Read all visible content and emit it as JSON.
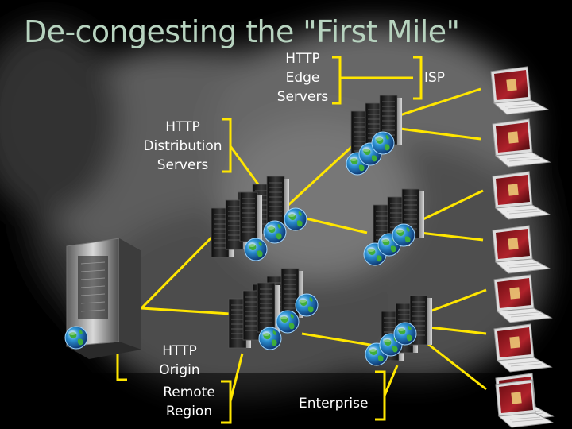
{
  "slide": {
    "title": "De-congesting the \"First Mile\""
  },
  "labels": {
    "edge": [
      "HTTP",
      "Edge",
      "Servers"
    ],
    "isp": "ISP",
    "distribution": [
      "HTTP",
      "Distribution",
      "Servers"
    ],
    "origin": [
      "HTTP",
      "Origin"
    ],
    "remote": [
      "Remote",
      "Region"
    ],
    "enterprise": "Enterprise"
  },
  "colors": {
    "connector": "#ffe600",
    "title": "#b7d3bf",
    "background": "#000000",
    "cloud": "#8a8a8a"
  },
  "icons": [
    "server-rack-icon",
    "globe-icon",
    "laptop-icon",
    "tower-server-icon"
  ]
}
